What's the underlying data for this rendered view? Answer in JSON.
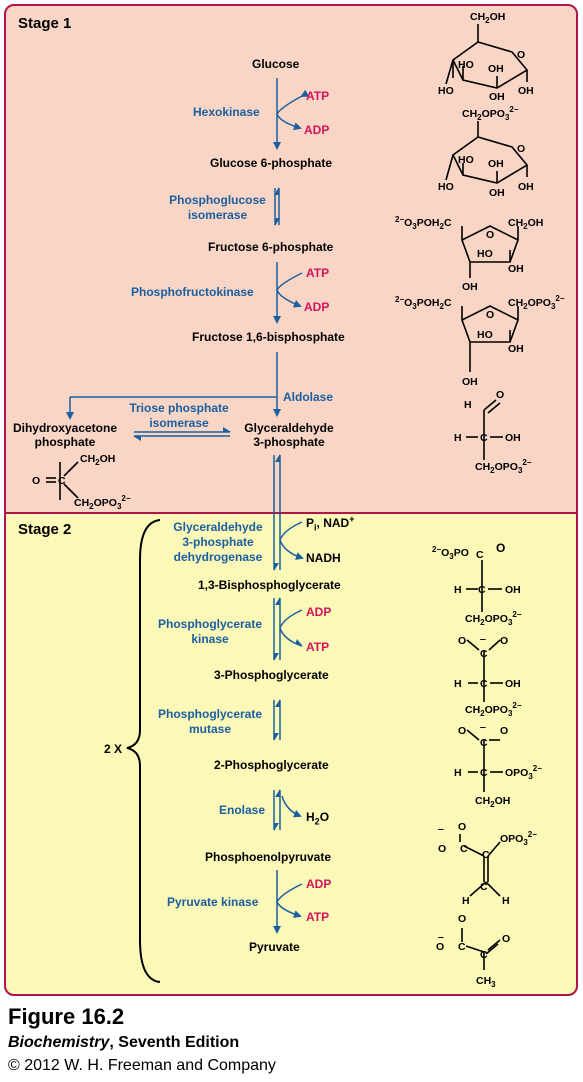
{
  "stages": {
    "stage1": "Stage 1",
    "stage2": "Stage 2",
    "multiplier": "2 X"
  },
  "metabolites": {
    "glucose": "Glucose",
    "g6p": "Glucose 6-phosphate",
    "f6p": "Fructose 6-phosphate",
    "f16bp": "Fructose 1,6-bisphosphate",
    "dhap_1": "Dihydroxyacetone",
    "dhap_2": "phosphate",
    "gap_1": "Glyceraldehyde",
    "gap_2": "3-phosphate",
    "bpg13": "1,3-Bisphosphoglycerate",
    "pg3": "3-Phosphoglycerate",
    "pg2": "2-Phosphoglycerate",
    "pep": "Phosphoenolpyruvate",
    "pyruvate": "Pyruvate"
  },
  "enzymes": {
    "hexokinase": "Hexokinase",
    "pgi_1": "Phosphoglucose",
    "pgi_2": "isomerase",
    "pfk": "Phosphofructokinase",
    "aldolase": "Aldolase",
    "tpi_1": "Triose phosphate",
    "tpi_2": "isomerase",
    "gapdh_1": "Glyceraldehyde",
    "gapdh_2": "3-phosphate",
    "gapdh_3": "dehydrogenase",
    "pgk_1": "Phosphoglycerate",
    "pgk_2": "kinase",
    "pgm_1": "Phosphoglycerate",
    "pgm_2": "mutase",
    "enolase": "Enolase",
    "pk": "Pyruvate kinase"
  },
  "cofactors": {
    "atp": "ATP",
    "adp": "ADP",
    "pi_nad_1": "P",
    "pi_nad_sub": "i",
    "pi_nad_2": ", NAD",
    "pi_nad_sup": "+",
    "nadh": "NADH",
    "h2o_1": "H",
    "h2o_sub": "2",
    "h2o_2": "O"
  },
  "structure_labels": {
    "ch2oh": "CH₂OH",
    "ch2opo3": "CH₂OPO₃²⁻",
    "o3poh2c": "²⁻O₃POH₂C",
    "o3po": "²⁻O₃PO",
    "ho": "HO",
    "oh": "OH",
    "o": "O",
    "h": "H",
    "c": "C",
    "opo3": "OPO₃²⁻",
    "ch3": "CH₃",
    "minus": "–"
  },
  "caption": {
    "figure": "Figure 16.2",
    "book_title": "Biochemistry",
    "book_edition": ", Seventh Edition",
    "copyright": "© 2012 W. H. Freeman and Company"
  },
  "colors": {
    "stage1_bg": "#f9d5c5",
    "stage2_bg": "#fbf8b8",
    "border": "#b0154a",
    "enzyme": "#1a5fa0",
    "cofactor": "#d4145a"
  }
}
